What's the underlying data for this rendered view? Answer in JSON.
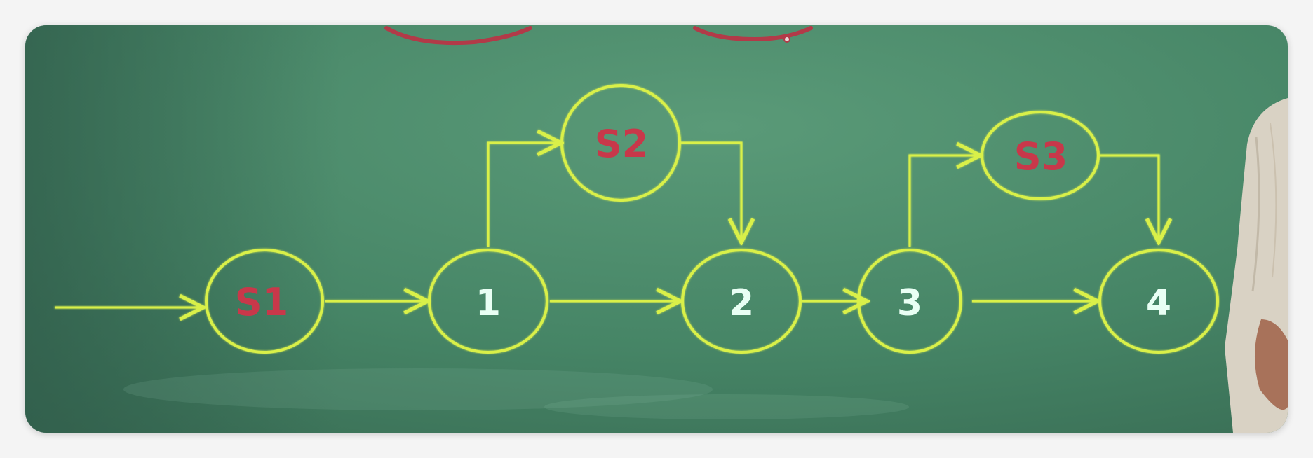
{
  "diagram": {
    "nodes": [
      {
        "id": "S1",
        "label": "S1",
        "label_color": "red"
      },
      {
        "id": "n1",
        "label": "1",
        "label_color": "white"
      },
      {
        "id": "S2",
        "label": "S2",
        "label_color": "red"
      },
      {
        "id": "n2",
        "label": "2",
        "label_color": "white"
      },
      {
        "id": "n3",
        "label": "3",
        "label_color": "white"
      },
      {
        "id": "S3",
        "label": "S3",
        "label_color": "red"
      },
      {
        "id": "n4",
        "label": "4",
        "label_color": "white"
      }
    ],
    "edges": [
      {
        "from": "start",
        "to": "S1"
      },
      {
        "from": "S1",
        "to": "n1"
      },
      {
        "from": "n1",
        "to": "n2"
      },
      {
        "from": "n1",
        "to": "S2"
      },
      {
        "from": "S2",
        "to": "n2"
      },
      {
        "from": "n2",
        "to": "n3"
      },
      {
        "from": "n3",
        "to": "n4"
      },
      {
        "from": "n3",
        "to": "S3"
      },
      {
        "from": "S3",
        "to": "n4"
      }
    ]
  },
  "colors": {
    "board": "#4a8a6c",
    "chalk_line": "#d9f04a",
    "label_red": "#c8384a",
    "label_white": "#e9fff4",
    "annotation_red": "#b23a48"
  }
}
